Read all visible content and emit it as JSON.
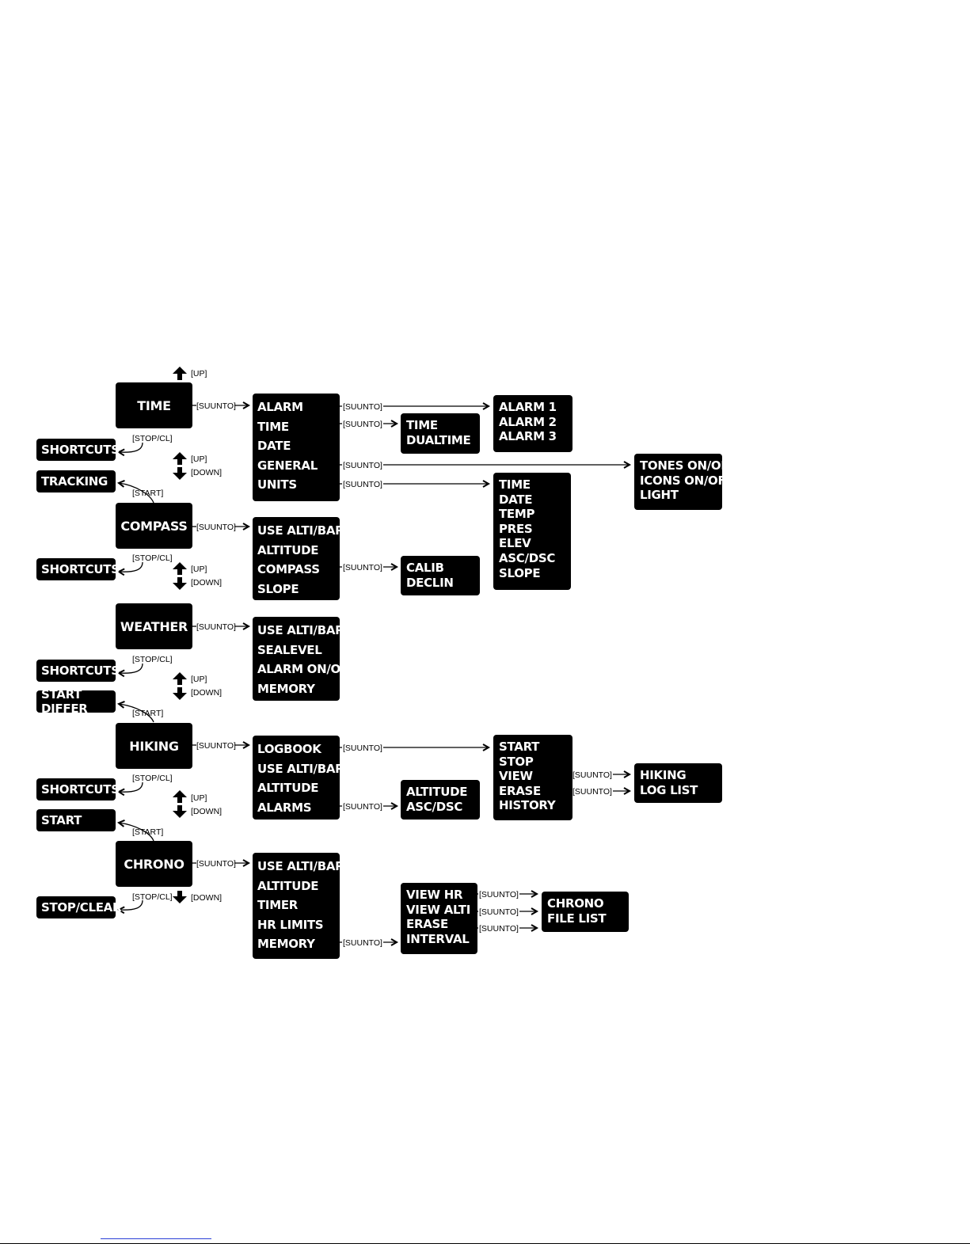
{
  "buttons": {
    "up": "[UP]",
    "down": "[DOWN]",
    "suunto": "[SUUNTO]",
    "stopcl": "[STOP/CL]",
    "start": "[START]"
  },
  "modes": {
    "time": "TIME",
    "compass": "COMPASS",
    "weather": "WEATHER",
    "hiking": "HIKING",
    "chrono": "CHRONO"
  },
  "shortcuts": {
    "time_shortcuts": "SHORTCUTS",
    "tracking": "TRACKING",
    "compass_shortcuts": "SHORTCUTS",
    "weather_shortcuts": "SHORTCUTS",
    "start_differ": "START DIFFER",
    "hiking_shortcuts": "SHORTCUTS",
    "start": "START",
    "stop_clear": "STOP/CLEAR"
  },
  "menus": {
    "time": [
      "ALARM",
      "TIME",
      "DATE",
      "GENERAL",
      "UNITS"
    ],
    "compass": [
      "USE ALTI/BARO",
      "ALTITUDE",
      "COMPASS",
      "SLOPE"
    ],
    "weather": [
      "USE ALTI/BARO",
      "SEALEVEL",
      "ALARM ON/OFF",
      "MEMORY"
    ],
    "hiking": [
      "LOGBOOK",
      "USE ALTI/BARO",
      "ALTITUDE",
      "ALARMS"
    ],
    "chrono": [
      "USE ALTI/BARO",
      "ALTITUDE",
      "TIMER",
      "HR LIMITS",
      "MEMORY"
    ]
  },
  "submenus": {
    "alarms": [
      "ALARM 1",
      "ALARM 2",
      "ALARM 3"
    ],
    "time": [
      "TIME",
      "DUALTIME"
    ],
    "general": [
      "TONES ON/OFF",
      "ICONS ON/OFF",
      "LIGHT"
    ],
    "units": [
      "TIME",
      "DATE",
      "TEMP",
      "PRES",
      "ELEV",
      "ASC/DSC",
      "SLOPE"
    ],
    "compass": [
      "CALIB",
      "DECLIN"
    ],
    "logbook": [
      "START",
      "STOP",
      "VIEW",
      "ERASE",
      "HISTORY"
    ],
    "hiking_alarms": [
      "ALTITUDE",
      "ASC/DSC"
    ],
    "hiking_log": [
      "HIKING",
      "LOG LIST"
    ],
    "chrono_memory": [
      "VIEW HR",
      "VIEW ALTI",
      "ERASE",
      "INTERVAL"
    ],
    "chrono_file": [
      "CHRONO",
      "FILE LIST"
    ]
  }
}
